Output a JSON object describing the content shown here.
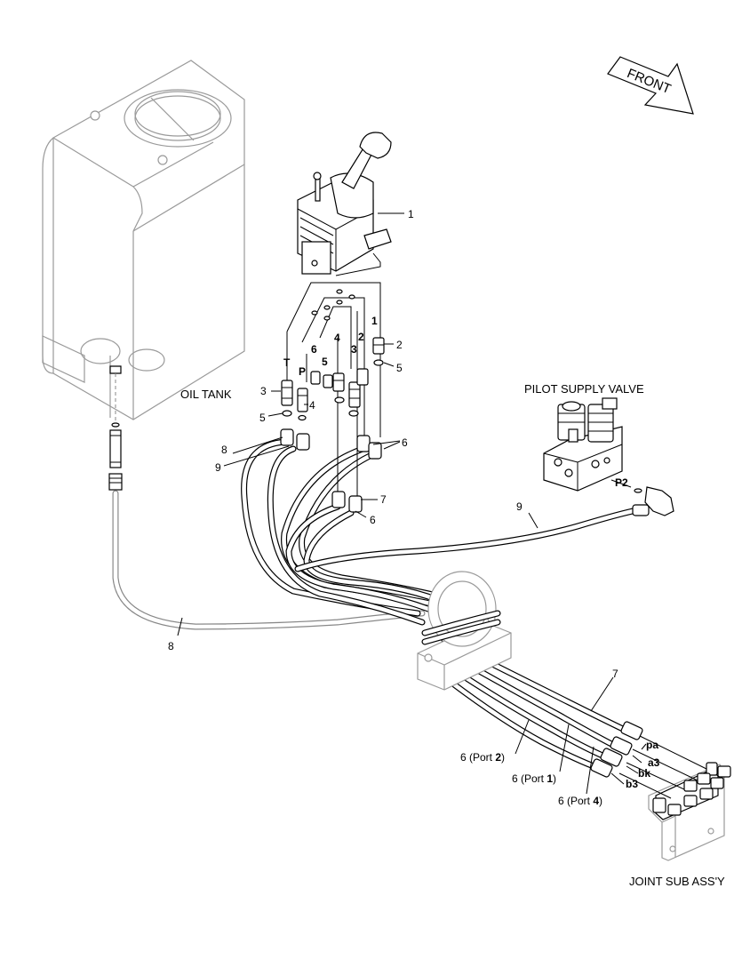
{
  "title_arrow": {
    "text": "FRONT"
  },
  "captions": {
    "oil_tank": "OIL TANK",
    "pilot_supply_valve": "PILOT SUPPLY VALVE",
    "joint_sub_assy": "JOINT SUB ASS'Y"
  },
  "callouts": {
    "c1_joystick": "1",
    "c2_upper": "2",
    "c5_upper": "5",
    "c3_left": "3",
    "c5_left": "5",
    "c4": "4",
    "c6_right": "6",
    "c7_mid": "7",
    "c6_mid": "6",
    "c8_top": "8",
    "c9_top": "9",
    "c9_right": "9",
    "c8_bottom": "8",
    "c7_bottom": "7"
  },
  "port_letters": {
    "T": "T",
    "P": "P",
    "p6": "6",
    "p5": "5",
    "p4": "4",
    "p3": "3",
    "p2": "2",
    "p1": "1",
    "P2": "P2"
  },
  "port_labels": {
    "port2": {
      "prefix": "6 (Port ",
      "num": "2",
      "suffix": ")"
    },
    "port1": {
      "prefix": "6 (Port ",
      "num": "1",
      "suffix": ")"
    },
    "port4": {
      "prefix": "6 (Port ",
      "num": "4",
      "suffix": ")"
    }
  },
  "hose_ends": {
    "pa": "pa",
    "a3": "a3",
    "bk": "bk",
    "b3": "b3"
  }
}
